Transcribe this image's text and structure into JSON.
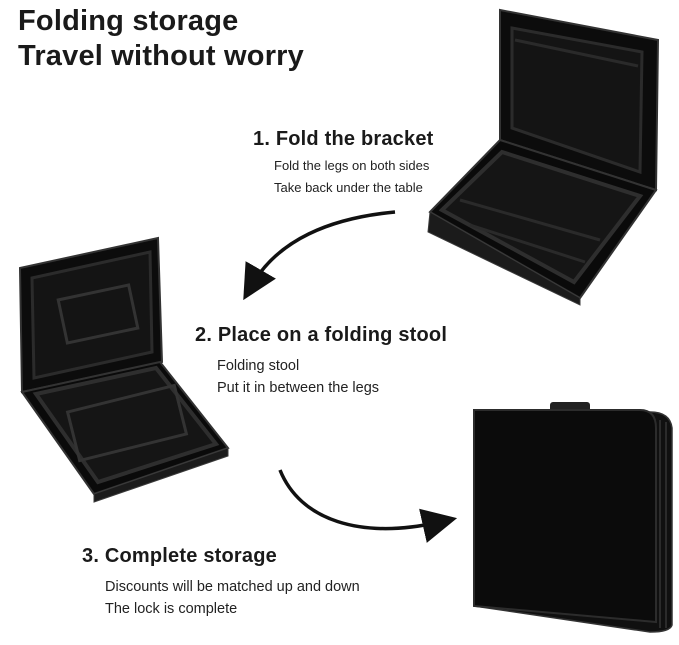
{
  "headline": {
    "line1": "Folding storage",
    "line2": "Travel without worry"
  },
  "steps": [
    {
      "title": "1. Fold the bracket",
      "lines": [
        "Fold the legs on both sides",
        "Take back under the table"
      ]
    },
    {
      "title": "2. Place on a folding stool",
      "lines": [
        "Folding stool",
        "Put it in between the legs"
      ]
    },
    {
      "title": "3. Complete storage",
      "lines": [
        "Discounts will be matched up and down",
        "The lock is complete"
      ]
    }
  ],
  "colors": {
    "background": "#ffffff",
    "text": "#1a1a1a",
    "case": "#0d0d0d",
    "frame": "#2a2a2a",
    "arrow": "#111111"
  }
}
